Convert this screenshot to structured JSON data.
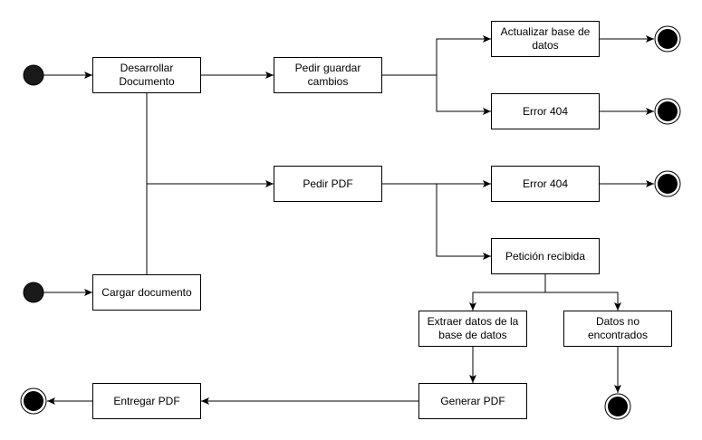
{
  "nodes": {
    "desarrollar": "Desarrollar\nDocumento",
    "cargar": "Cargar documento",
    "pedir_guardar": "Pedir guardar\ncambios",
    "pedir_pdf": "Pedir PDF",
    "actualizar": "Actualizar base de\ndatos",
    "error404_a": "Error 404",
    "error404_b": "Error 404",
    "peticion": "Petición recibida",
    "extraer": "Extraer datos de la\nbase de datos",
    "no_encontrados": "Datos no\nencontrados",
    "generar": "Generar PDF",
    "entregar": "Entregar PDF"
  },
  "colors": {
    "stroke": "#000000",
    "state_fill": "#1a1a1a",
    "box_fill": "#ffffff"
  }
}
